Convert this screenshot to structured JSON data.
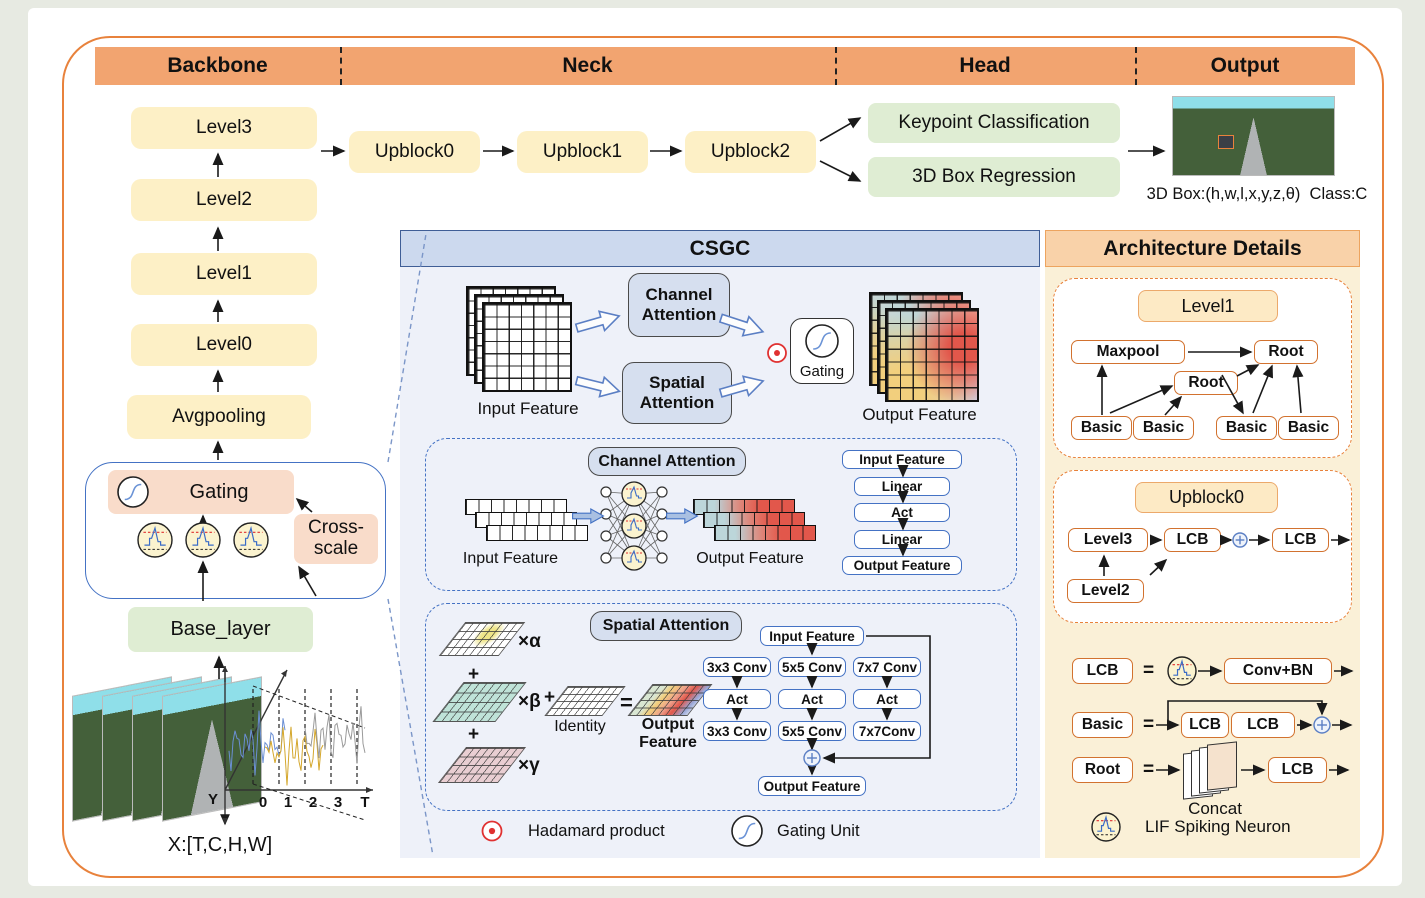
{
  "bar": {
    "sections": [
      "Backbone",
      "Neck",
      "Head",
      "Output"
    ]
  },
  "backbone": {
    "levels": [
      "Level3",
      "Level2",
      "Level1",
      "Level0",
      "Avgpooling"
    ],
    "gating_label": "Gating",
    "cross_scale_label": "Cross-scale",
    "base_layer_label": "Base_layer",
    "input_label": "X:[T,C,H,W]",
    "plot": {
      "y_axis": "Y",
      "t_axis": "T",
      "ticks": [
        "0",
        "1",
        "2",
        "3"
      ]
    }
  },
  "neck": {
    "blocks": [
      "Upblock0",
      "Upblock1",
      "Upblock2"
    ]
  },
  "head": {
    "boxes": [
      "Keypoint Classification",
      "3D Box Regression"
    ]
  },
  "output": {
    "caption": "3D Box:(h,w,l,x,y,z,θ)  Class:C"
  },
  "csgc": {
    "title": "CSGC",
    "flow": {
      "input": "Input Feature",
      "channel": "Channel Attention",
      "spatial": "Spatial Attention",
      "gating": "Gating",
      "output": "Output Feature"
    },
    "channel_panel": {
      "title": "Channel Attention",
      "input": "Input Feature",
      "output": "Output Feature",
      "stack": [
        "Input Feature",
        "Linear",
        "Act",
        "Linear",
        "Output Feature"
      ]
    },
    "spatial_panel": {
      "title": "Spatial Attention",
      "alpha": "×α",
      "beta": "×β",
      "gamma": "×γ",
      "plus": "+",
      "equals": "=",
      "identity": "Identity",
      "output_line1": "Output",
      "output_line2": "Feature",
      "input": "Input Feature",
      "cols": [
        [
          "3x3 Conv",
          "Act",
          "3x3 Conv"
        ],
        [
          "5x5 Conv",
          "Act",
          "5x5 Conv"
        ],
        [
          "7x7 Conv",
          "Act",
          "7x7Conv"
        ]
      ],
      "output": "Output Feature"
    },
    "legend": {
      "hadamard": "Hadamard product",
      "gating_unit": "Gating Unit"
    }
  },
  "arch": {
    "title": "Architecture Details",
    "level1": {
      "title": "Level1",
      "maxpool": "Maxpool",
      "root": "Root",
      "basics": [
        "Basic",
        "Basic",
        "Basic",
        "Basic"
      ]
    },
    "upblock0": {
      "title": "Upblock0",
      "level3": "Level3",
      "level2": "Level2"
    },
    "defs": {
      "lcb": "LCB",
      "eq": "=",
      "convbn": "Conv+BN",
      "basic": "Basic",
      "root": "Root",
      "concat": "Concat",
      "lif": "LIF Spiking Neuron"
    }
  },
  "colors": {
    "bar_orange": "#f2a470",
    "frame_orange": "#e8823c",
    "level_yellow": "#fdf0c6",
    "green_box": "#dfedd3",
    "pink_box": "#f9dcca",
    "csgc_header": "#ccd9ee",
    "csgc_bg": "#eef1f9",
    "arch_header": "#f9d2a9",
    "arch_bg": "#faf0d7",
    "attention_blue": "#d6dfef",
    "blue_border": "#4472c4",
    "hadamard_red": "#e03131",
    "spike_blue": "#3b6cc7"
  }
}
